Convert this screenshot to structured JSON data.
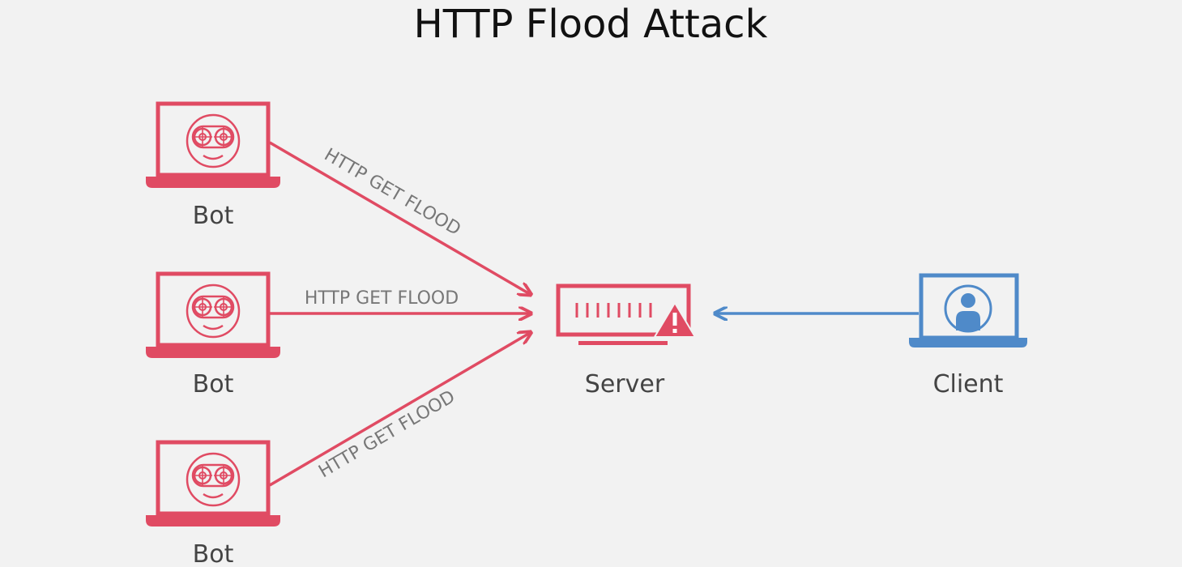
{
  "title": "HTTP Flood Attack",
  "colors": {
    "background": "#f2f2f2",
    "attack": "#e04b63",
    "client": "#4f8ac9",
    "label": "#444444",
    "edge_label": "#777777",
    "title": "#111111"
  },
  "nodes": {
    "bots": [
      {
        "label": "Bot",
        "icon": "robot-face-icon"
      },
      {
        "label": "Bot",
        "icon": "robot-face-icon"
      },
      {
        "label": "Bot",
        "icon": "robot-face-icon"
      }
    ],
    "server": {
      "label": "Server",
      "icon": "server-warning-icon"
    },
    "client": {
      "label": "Client",
      "icon": "user-icon"
    }
  },
  "edges": {
    "bot_to_server": [
      {
        "label": "HTTP GET FLOOD"
      },
      {
        "label": "HTTP GET FLOOD"
      },
      {
        "label": "HTTP GET FLOOD"
      }
    ],
    "client_to_server": {
      "label": ""
    }
  }
}
